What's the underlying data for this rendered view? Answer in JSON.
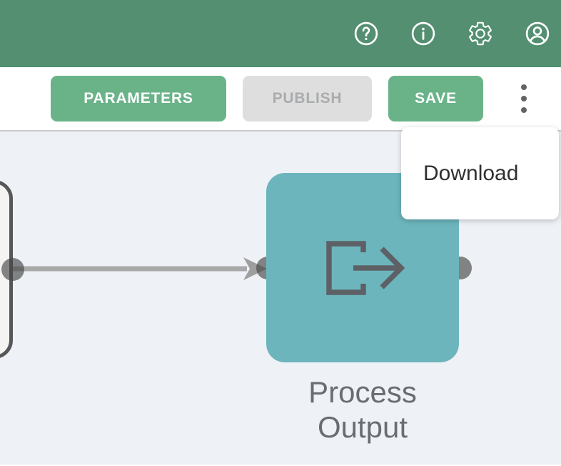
{
  "app_bar": {
    "background": "#538f70",
    "icons": [
      {
        "name": "help"
      },
      {
        "name": "info"
      },
      {
        "name": "settings"
      },
      {
        "name": "account"
      }
    ]
  },
  "toolbar": {
    "parameters_label": "PARAMETERS",
    "publish_label": "PUBLISH",
    "save_label": "SAVE"
  },
  "context_menu": {
    "items": [
      {
        "label": "Download"
      }
    ]
  },
  "canvas": {
    "nodes": [
      {
        "id": "upstream-node",
        "type": "partial"
      },
      {
        "id": "process-output-node",
        "label": "Process Output",
        "label_line1": "Process",
        "label_line2": "Output",
        "icon": "export-arrow",
        "color": "#6db5bd"
      }
    ],
    "connection": {
      "from": "upstream-node",
      "to": "process-output-node",
      "direction": "right"
    }
  },
  "colors": {
    "header_green": "#538f70",
    "button_green": "#6ab389",
    "disabled_gray": "#dedede",
    "node_teal": "#6db5bd",
    "canvas_background": "#eef1f6",
    "label_gray": "#696d73"
  }
}
